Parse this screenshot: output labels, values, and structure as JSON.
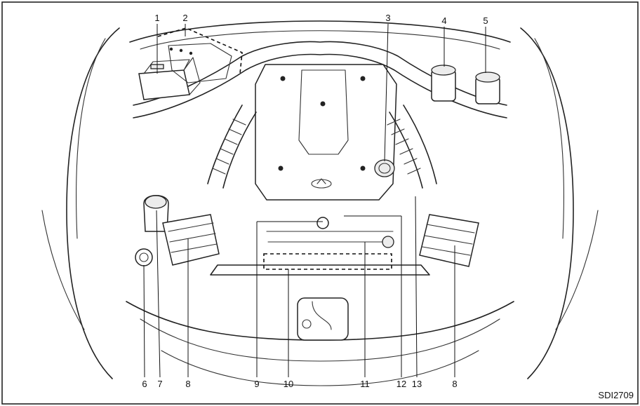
{
  "diagram": {
    "image_code": "SDI2709",
    "callouts": [
      "1",
      "2",
      "3",
      "4",
      "5",
      "6",
      "7",
      "8",
      "9",
      "10",
      "11",
      "12",
      "13",
      "8"
    ]
  }
}
